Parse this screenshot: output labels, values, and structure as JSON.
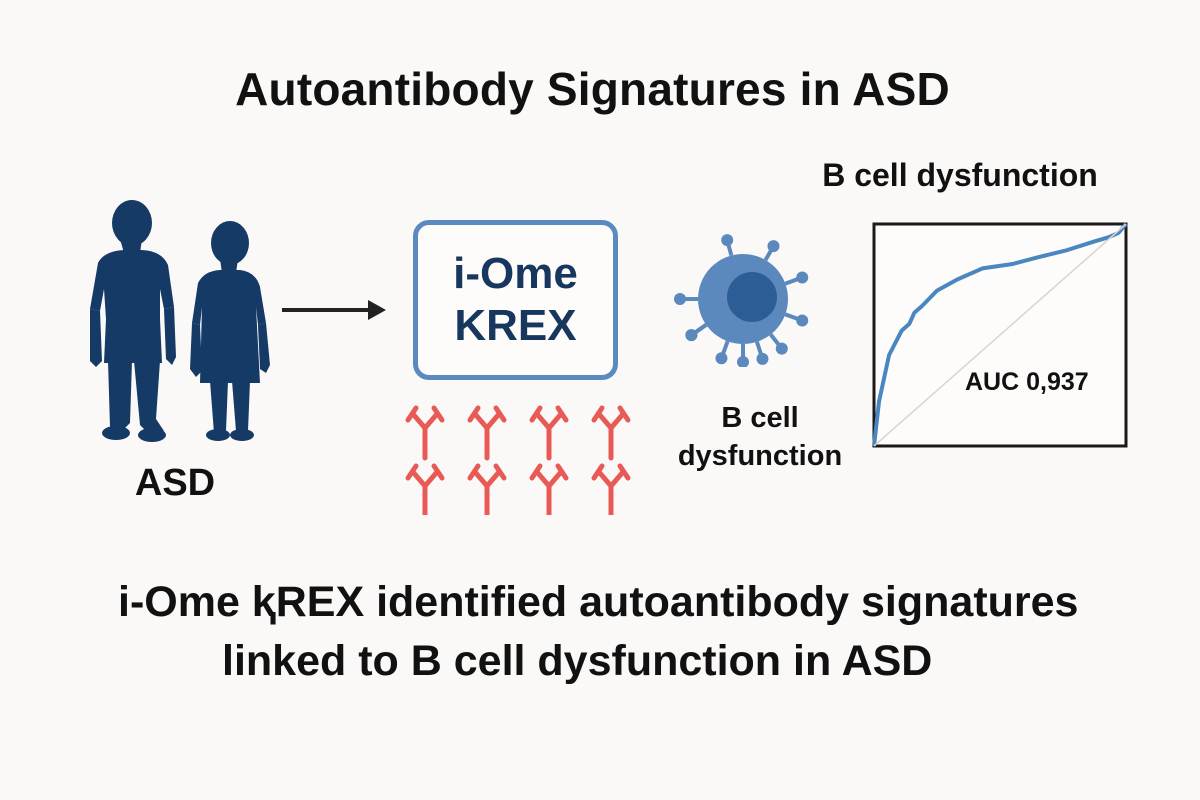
{
  "title": "Autoantibody Signatures in ASD",
  "cohort": {
    "label": "ASD",
    "icon": "children-silhouette-icon",
    "color": "#163a66"
  },
  "flow_arrow": {
    "icon": "right-arrow-icon",
    "color": "#222222"
  },
  "platform": {
    "line1": "i-Ome",
    "line2": "KREX",
    "border_color": "#5b8ac0",
    "text_color": "#17375e"
  },
  "antibodies": {
    "icon": "antibody-icon",
    "rows": 2,
    "columns": 4,
    "color": "#e85a55"
  },
  "bcell": {
    "icon": "b-cell-icon",
    "label_line1": "B cell",
    "label_line2": "dysfunction",
    "body_color": "#5b88bd",
    "nucleus_color": "#2c5d95"
  },
  "roc_panel": {
    "title": "B cell dysfunction",
    "auc_label": "AUC 0,937"
  },
  "caption": {
    "line1": "i-Ome ⱪREX identified autoantibody signatures",
    "line2": "linked to B cell dysfunction in ASD"
  },
  "chart_data": {
    "type": "line",
    "title": "B cell dysfunction",
    "xlabel": "",
    "ylabel": "",
    "xlim": [
      0,
      1
    ],
    "ylim": [
      0,
      1
    ],
    "grid": false,
    "annotations": [
      "AUC 0,937"
    ],
    "series": [
      {
        "name": "ROC curve",
        "color": "#4a86c0",
        "x": [
          0,
          0.02,
          0.06,
          0.11,
          0.14,
          0.16,
          0.19,
          0.25,
          0.33,
          0.43,
          0.55,
          0.65,
          0.76,
          0.87,
          0.93,
          0.97,
          1.0
        ],
        "y": [
          0,
          0.2,
          0.41,
          0.52,
          0.55,
          0.6,
          0.63,
          0.7,
          0.75,
          0.8,
          0.82,
          0.85,
          0.88,
          0.92,
          0.94,
          0.96,
          1.0
        ]
      },
      {
        "name": "Chance",
        "color": "#d9d4cf",
        "x": [
          0,
          1
        ],
        "y": [
          0,
          1
        ]
      }
    ]
  }
}
